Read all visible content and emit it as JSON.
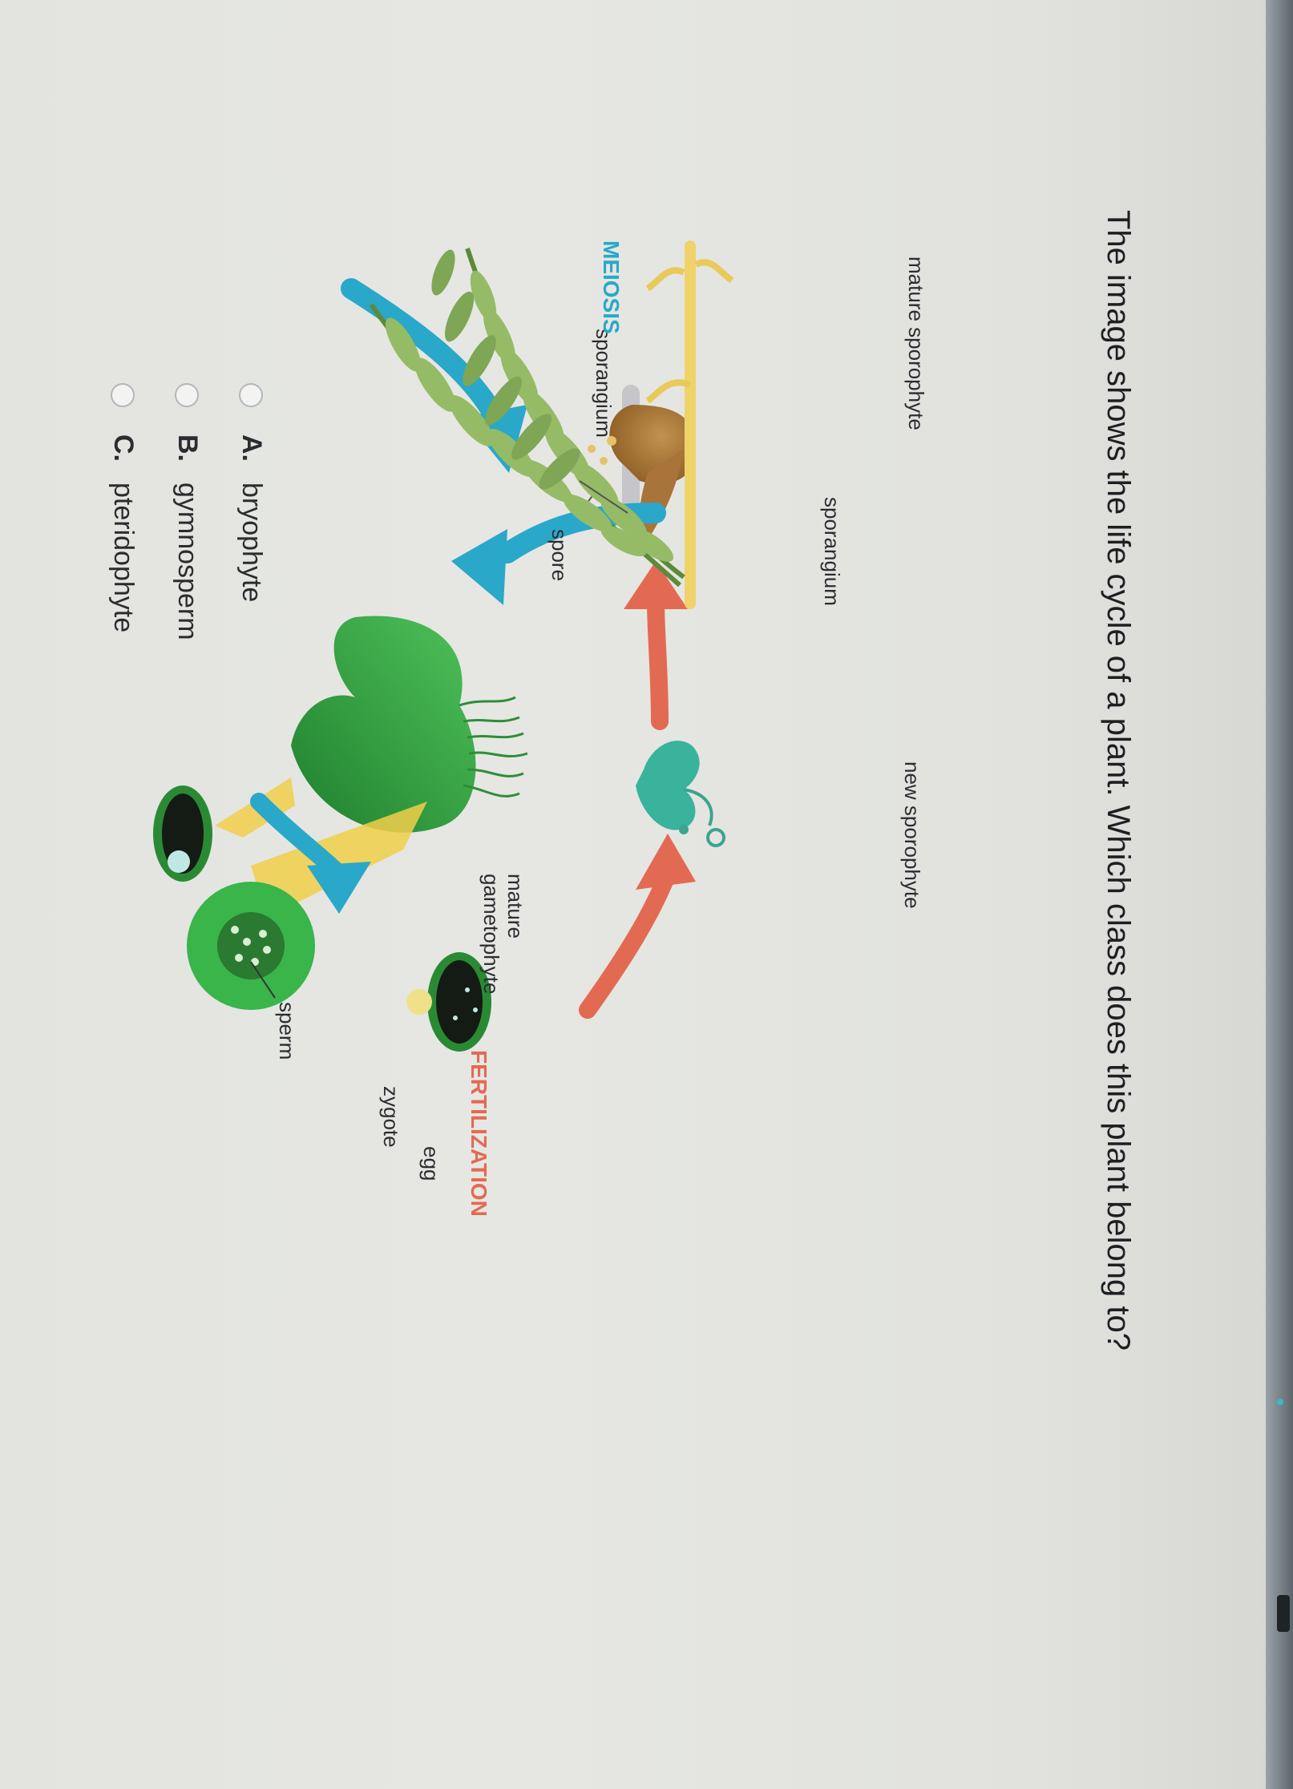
{
  "question": "The image shows the life cycle of a plant. Which class does this plant belong to?",
  "diagram": {
    "meiosis": "MEIOSIS",
    "fertilization": "FERTILIZATION",
    "sporangium_top": "sporangium",
    "spore": "spore",
    "sperm": "sperm",
    "egg": "egg",
    "mature_gametophyte_line1": "mature",
    "mature_gametophyte_line2": "gametophyte",
    "zygote": "zygote",
    "sporangium_fern": "sporangium",
    "new_sporophyte": "new sporophyte",
    "mature_sporophyte": "mature sporophyte",
    "colors": {
      "blue_arrow": "#29a8c9",
      "red_arrow": "#e36a52",
      "gametophyte_green": "#2f9e3f",
      "fern_green": "#8fb563",
      "sporangium_brown": "#9a6a2f",
      "beam_yellow": "#f1cf4a"
    }
  },
  "options": [
    {
      "letter": "A.",
      "text": "bryophyte"
    },
    {
      "letter": "B.",
      "text": "gymnosperm"
    },
    {
      "letter": "C.",
      "text": "pteridophyte"
    }
  ]
}
